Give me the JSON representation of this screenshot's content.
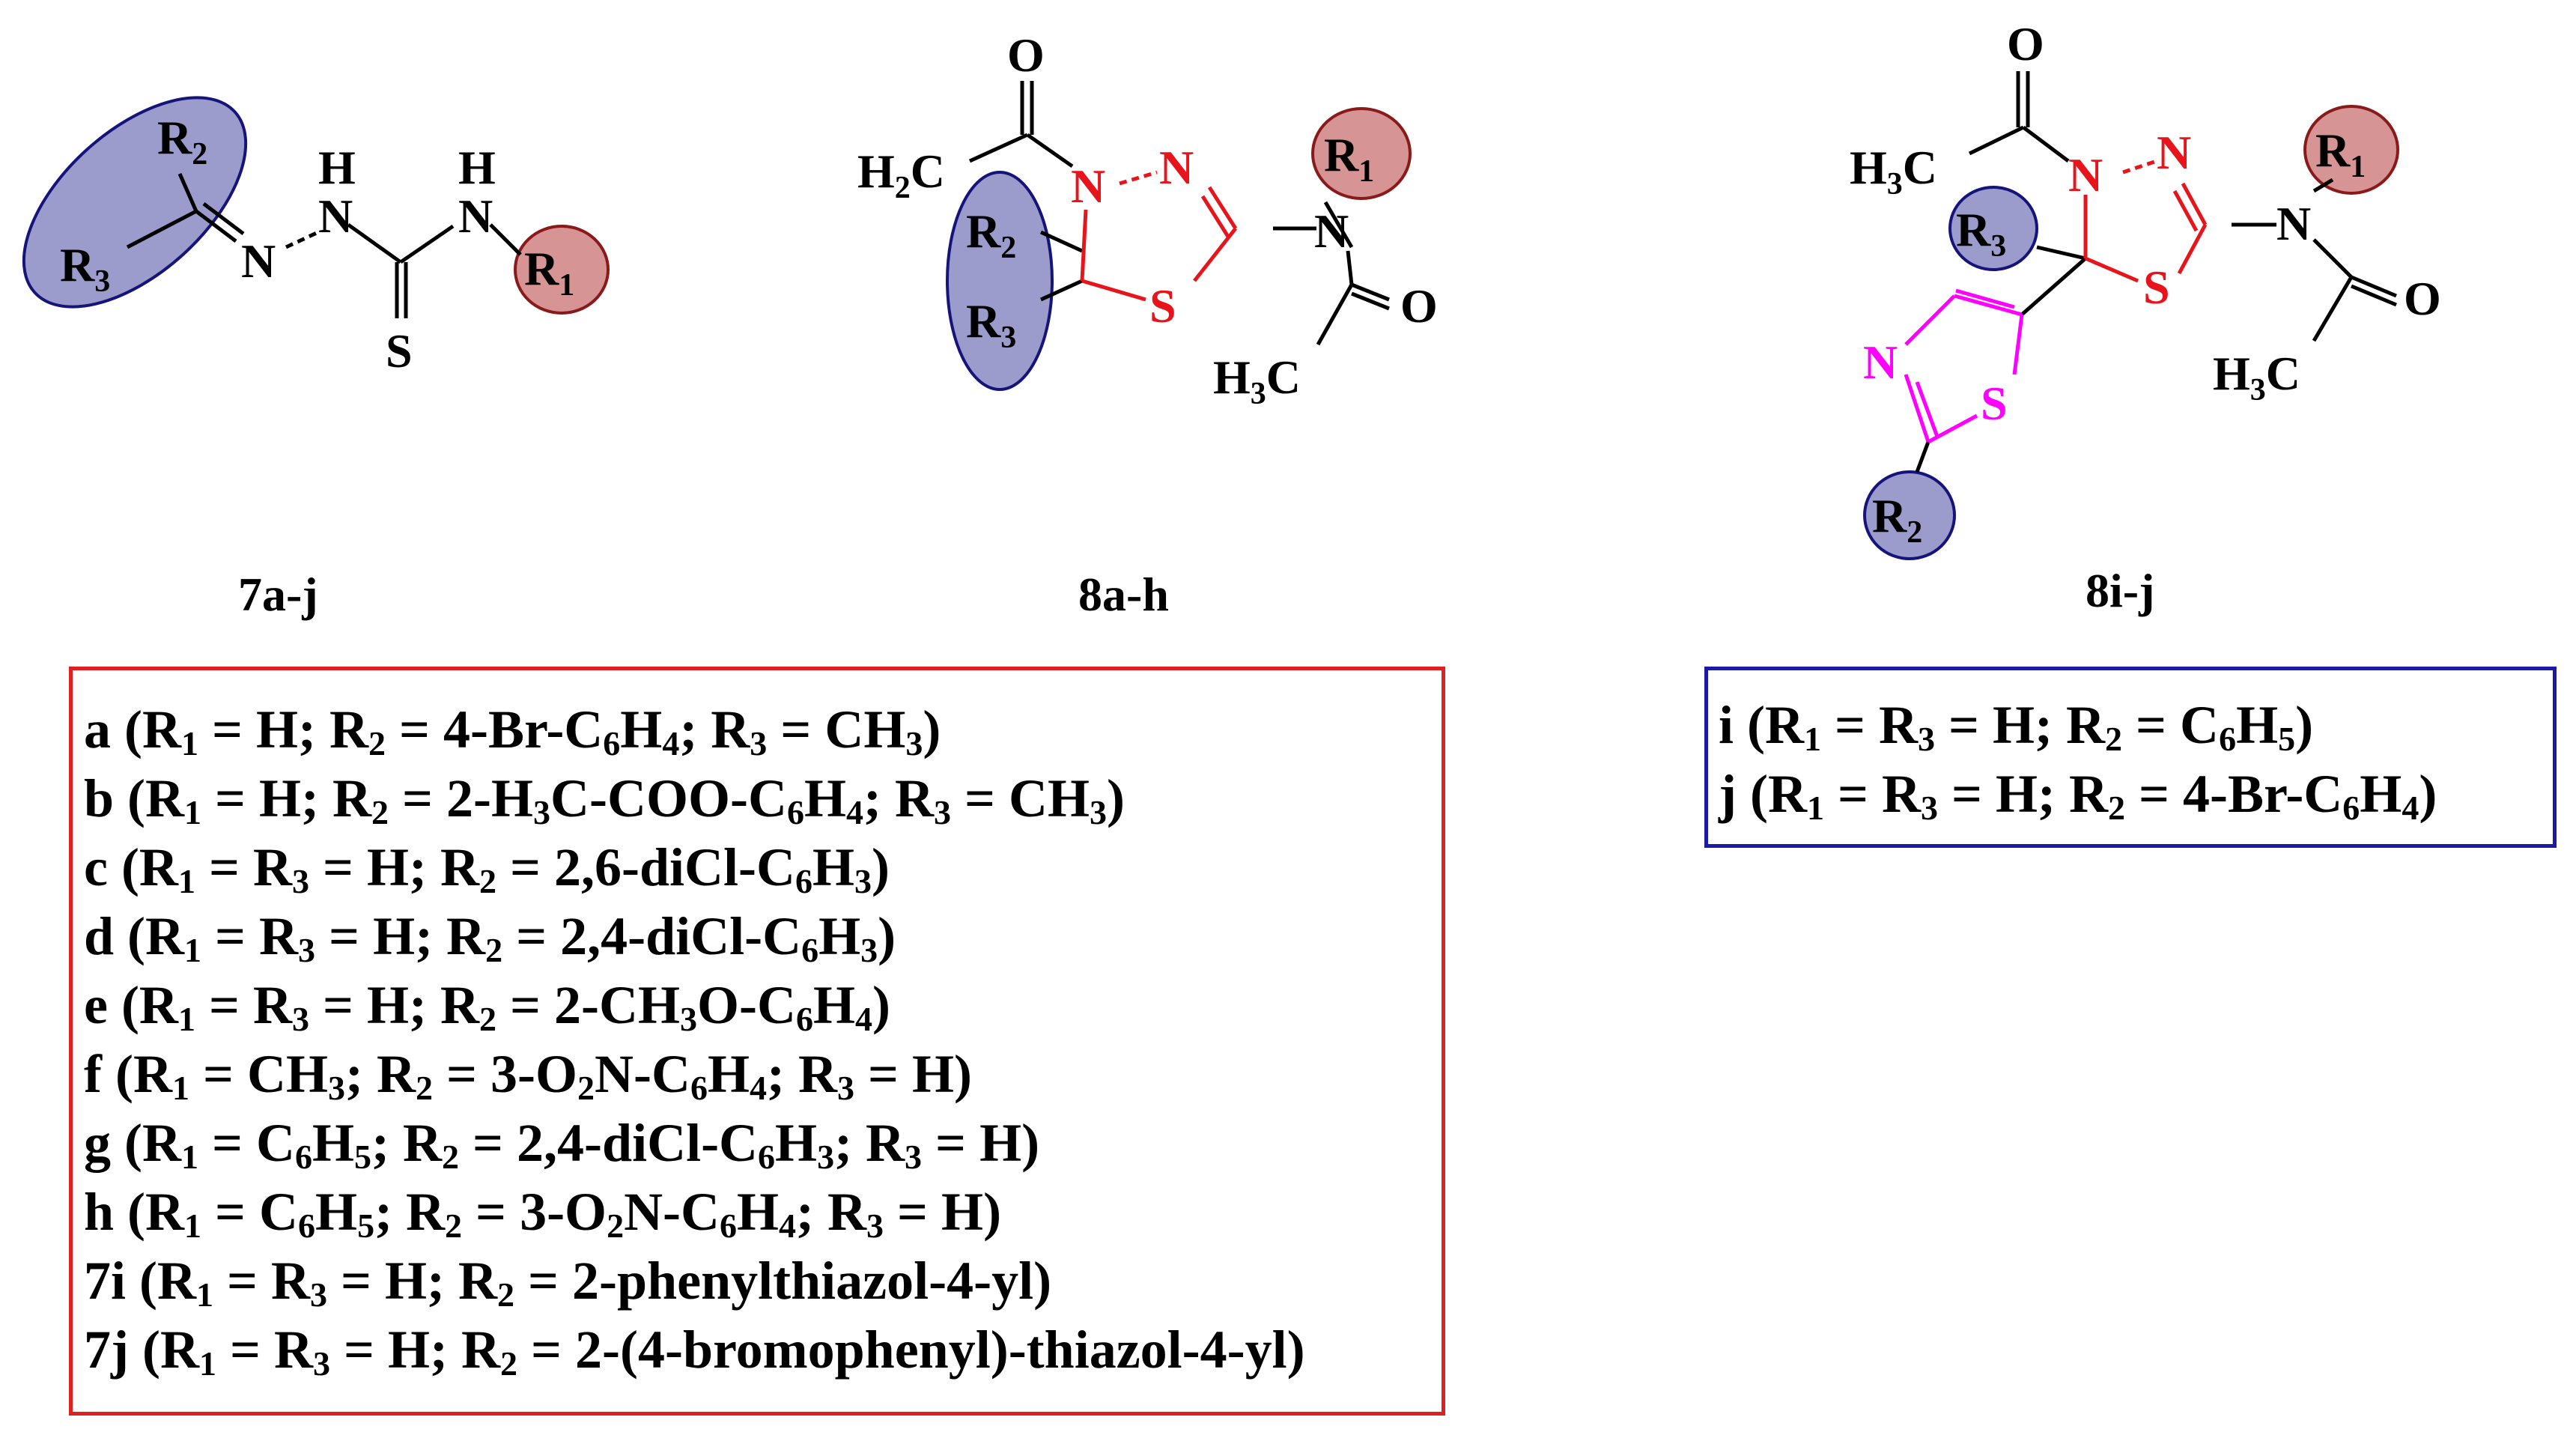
{
  "compounds": {
    "c7": {
      "code": "7a-j",
      "R1": "R1",
      "R2": "R2",
      "R3": "R3",
      "N1": "N",
      "N2": "N",
      "H1": "H",
      "N3": "N",
      "H2": "H",
      "S": "S"
    },
    "c8ah": {
      "code": "8a-h",
      "O1": "O",
      "H2C": "H2C",
      "Na": "N",
      "Nb": "N",
      "S": "S",
      "N": "N",
      "R1": "R1",
      "R2": "R2",
      "R3": "R3",
      "O2": "O",
      "H3C": "H3C"
    },
    "c8ij": {
      "code": "8i-j",
      "O1": "O",
      "H3C_top": "H3C",
      "Na": "N",
      "Nb": "N",
      "S": "S",
      "N": "N",
      "R1": "R1",
      "R2": "R2",
      "R3": "R3",
      "O2": "O",
      "H3C_bottom": "H3C",
      "thiazole_N": "N",
      "thiazole_S": "S"
    }
  },
  "substituents_a_h": [
    "a (R1 = H; R2 = 4-Br-C6H4; R3 = CH3)",
    "b (R1 = H; R2 = 2-H3C-COO-C6H4; R3 = CH3)",
    "c (R1 = R3 = H; R2 = 2,6-diCl-C6H3)",
    "d (R1 = R3 = H; R2 = 2,4-diCl-C6H3)",
    "e (R1 = R3 = H; R2 = 2-CH3O-C6H4)",
    "f (R1 = CH3; R2 = 3-O2N-C6H4; R3 = H)",
    "g (R1 = C6H5; R2 = 2,4-diCl-C6H3; R3 = H)",
    "h (R1 = C6H5; R2 = 3-O2N-C6H4; R3 = H)",
    "7i (R1 = R3 = H; R2 = 2-phenylthiazol-4-yl)",
    "7j (R1 = R3 = H; R2 = 2-(4-bromophenyl)-thiazol-4-yl)"
  ],
  "substituents_i_j": [
    "i (R1 = R3 = H; R2 = C6H5)",
    "j (R1 = R3 = H; R2 = 4-Br-C6H4)"
  ],
  "colors": {
    "ring_red": "#e8141b",
    "thiazole_magenta": "#ff00ff",
    "blue_highlight_fill": "#9c9ccc",
    "blue_highlight_stroke": "#14147a",
    "red_highlight_fill": "#d79494",
    "red_highlight_stroke": "#8a1a1a",
    "box_red": "#e02020",
    "box_blue": "#1a1aa6"
  }
}
